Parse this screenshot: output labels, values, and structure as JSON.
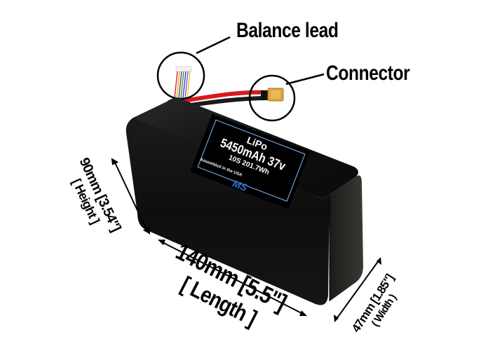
{
  "image": {
    "subject": "LiPo battery pack with dimension annotations",
    "background_color": "#ffffff"
  },
  "callouts": {
    "balance_lead": "Balance lead",
    "connector": "Connector"
  },
  "battery_label": {
    "chemistry": "LiPo",
    "capacity_voltage": "5450mAh 37v",
    "spec": "10S 201.7Wh",
    "assembled": "Assembled in the USA",
    "brand_logo": "MS",
    "label_border_color": "#6a9fd8",
    "logo_color": "#2f6fd1"
  },
  "dimensions": {
    "height": {
      "value": "90mm [3.54\"]",
      "label": "[ Height ]"
    },
    "length": {
      "value": "140mm [5.5\"]",
      "label": "[ Length ]"
    },
    "width": {
      "value": "47mm [1.85\"]",
      "label": "( Width )"
    }
  },
  "colors": {
    "body": "#111111",
    "wire_red": "#d7191e",
    "wire_black": "#1a1a1a",
    "connector": "#d9a441"
  }
}
